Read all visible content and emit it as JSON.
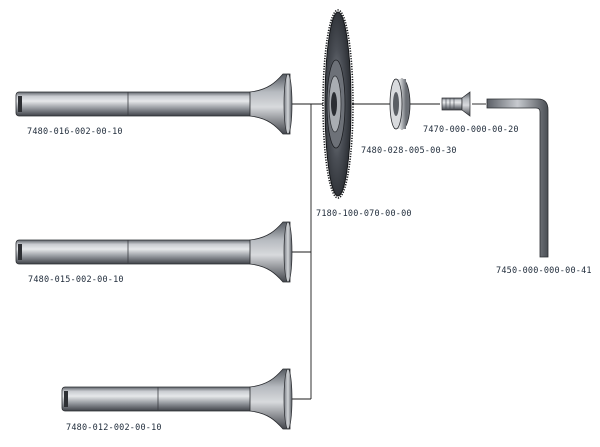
{
  "parts": {
    "shaft_top": {
      "code": "7480-016-002-00-10"
    },
    "shaft_middle": {
      "code": "7480-015-002-00-10"
    },
    "shaft_bottom": {
      "code": "7480-012-002-00-10"
    },
    "saw_blade": {
      "code": "7180-100-070-00-00"
    },
    "washer": {
      "code": "7480-028-005-00-30"
    },
    "screw": {
      "code": "7470-000-000-00-20"
    },
    "hex_key": {
      "code": "7450-000-000-00-41"
    }
  },
  "colors": {
    "line": "#1b1b1b",
    "metal_dark": "#4d5158",
    "metal_light": "#c9ccd1",
    "label": "#1f2b3a"
  }
}
